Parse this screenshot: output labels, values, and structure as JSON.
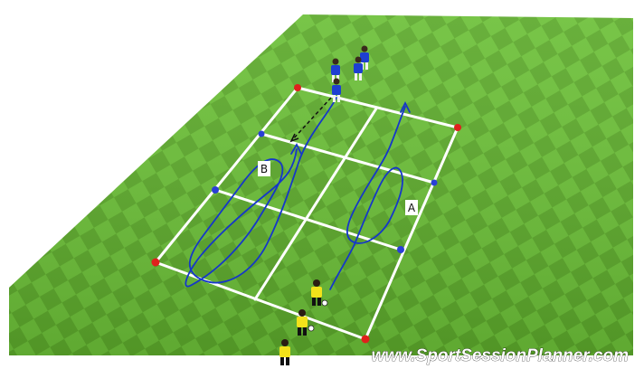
{
  "diagram": {
    "zone_labels": [
      "B",
      "A"
    ],
    "watermark": "www.SportSessionPlanner.com",
    "colors": {
      "pitch_light": "#6fc23a",
      "pitch_dark": "#5aa82a",
      "line": "#ffffff",
      "red_cone": "#e0201c",
      "blue_cone": "#2a3fd6",
      "blue_team": "#1d3fd1",
      "yellow_team": "#f3e21a",
      "run_path": "#1537c9",
      "pass_line": "#111111"
    },
    "players": [
      {
        "team": "blue",
        "name": "blue-player"
      },
      {
        "team": "blue",
        "name": "blue-player"
      },
      {
        "team": "blue",
        "name": "blue-player"
      },
      {
        "team": "blue",
        "name": "blue-player"
      },
      {
        "team": "yellow",
        "name": "yellow-player"
      },
      {
        "team": "yellow",
        "name": "yellow-player"
      },
      {
        "team": "yellow",
        "name": "yellow-player"
      }
    ]
  }
}
